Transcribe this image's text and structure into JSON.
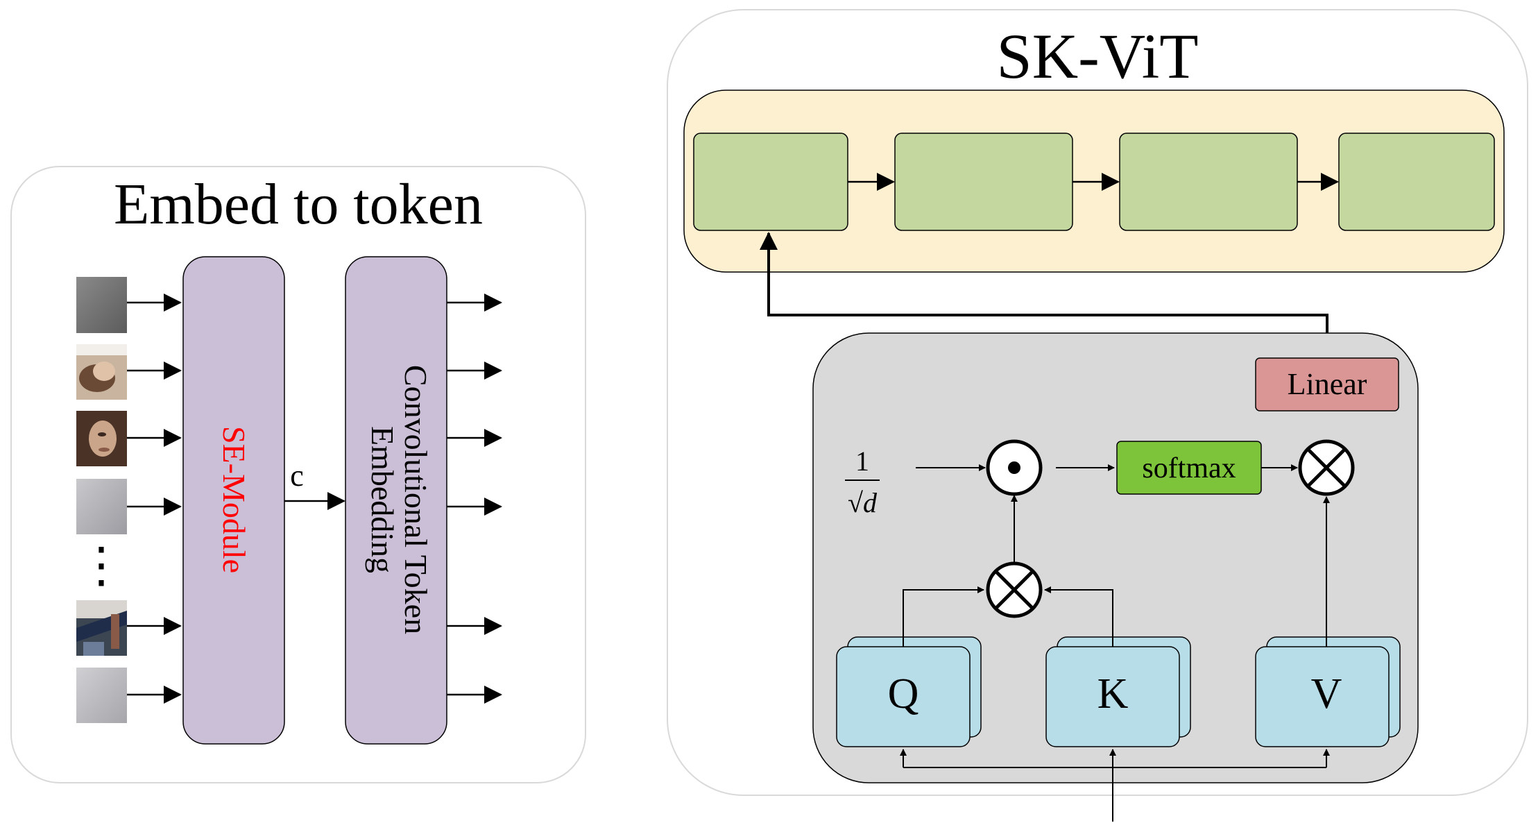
{
  "left_panel": {
    "title": "Embed to token",
    "se_module_label": "SE-Module",
    "concat_label": "c",
    "cte_label_line1": "Convolutional Token",
    "cte_label_line2": "Embedding",
    "ellipsis": "⋮"
  },
  "right_panel": {
    "title": "SK-ViT",
    "linear_label": "Linear",
    "softmax_label": "softmax",
    "scale_numerator": "1",
    "scale_denominator": "√d",
    "q_label": "Q",
    "k_label": "K",
    "v_label": "V",
    "dot_symbol": "⊙",
    "times_symbol": "⊗"
  },
  "colors": {
    "se_module_fill": "#cbbfd8",
    "se_module_text": "#ff0000",
    "block_fill": "#c4d79f",
    "yellow_fill": "#fdf0d1",
    "gray_panel": "#d9d9d9",
    "linear_fill": "#d99694",
    "softmax_fill": "#7dc43b",
    "qkv_fill": "#b7dde8"
  }
}
